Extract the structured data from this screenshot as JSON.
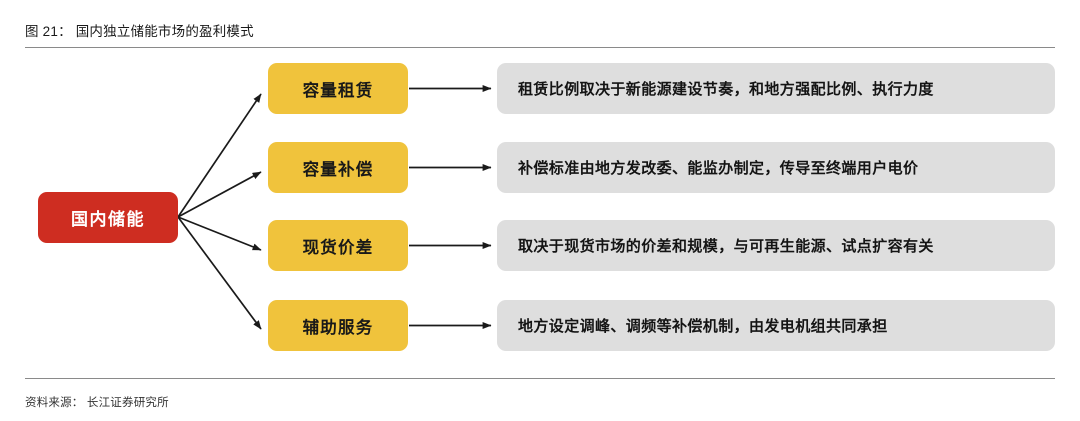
{
  "figure": {
    "caption": "图 21： 国内独立储能市场的盈利模式",
    "source": "资料来源： 长江证券研究所"
  },
  "colors": {
    "root_node": "#CE2D21",
    "mid_node": "#F0C33C",
    "desc_node": "#DEDEDE",
    "connector": "#1a1a1a",
    "rule": "#8a8a8a",
    "page_background": "#ffffff"
  },
  "diagram": {
    "type": "flowchart",
    "orientation": "left-to-right",
    "root": {
      "label": "国内储能"
    },
    "branches": [
      {
        "mode": "容量租赁",
        "description": "租赁比例取决于新能源建设节奏，和地方强配比例、执行力度"
      },
      {
        "mode": "容量补偿",
        "description": "补偿标准由地方发改委、能监办制定，传导至终端用户电价"
      },
      {
        "mode": "现货价差",
        "description": "取决于现货市场的价差和规模，与可再生能源、试点扩容有关"
      },
      {
        "mode": "辅助服务",
        "description": "地方设定调峰、调频等补偿机制，由发电机组共同承担"
      }
    ]
  }
}
